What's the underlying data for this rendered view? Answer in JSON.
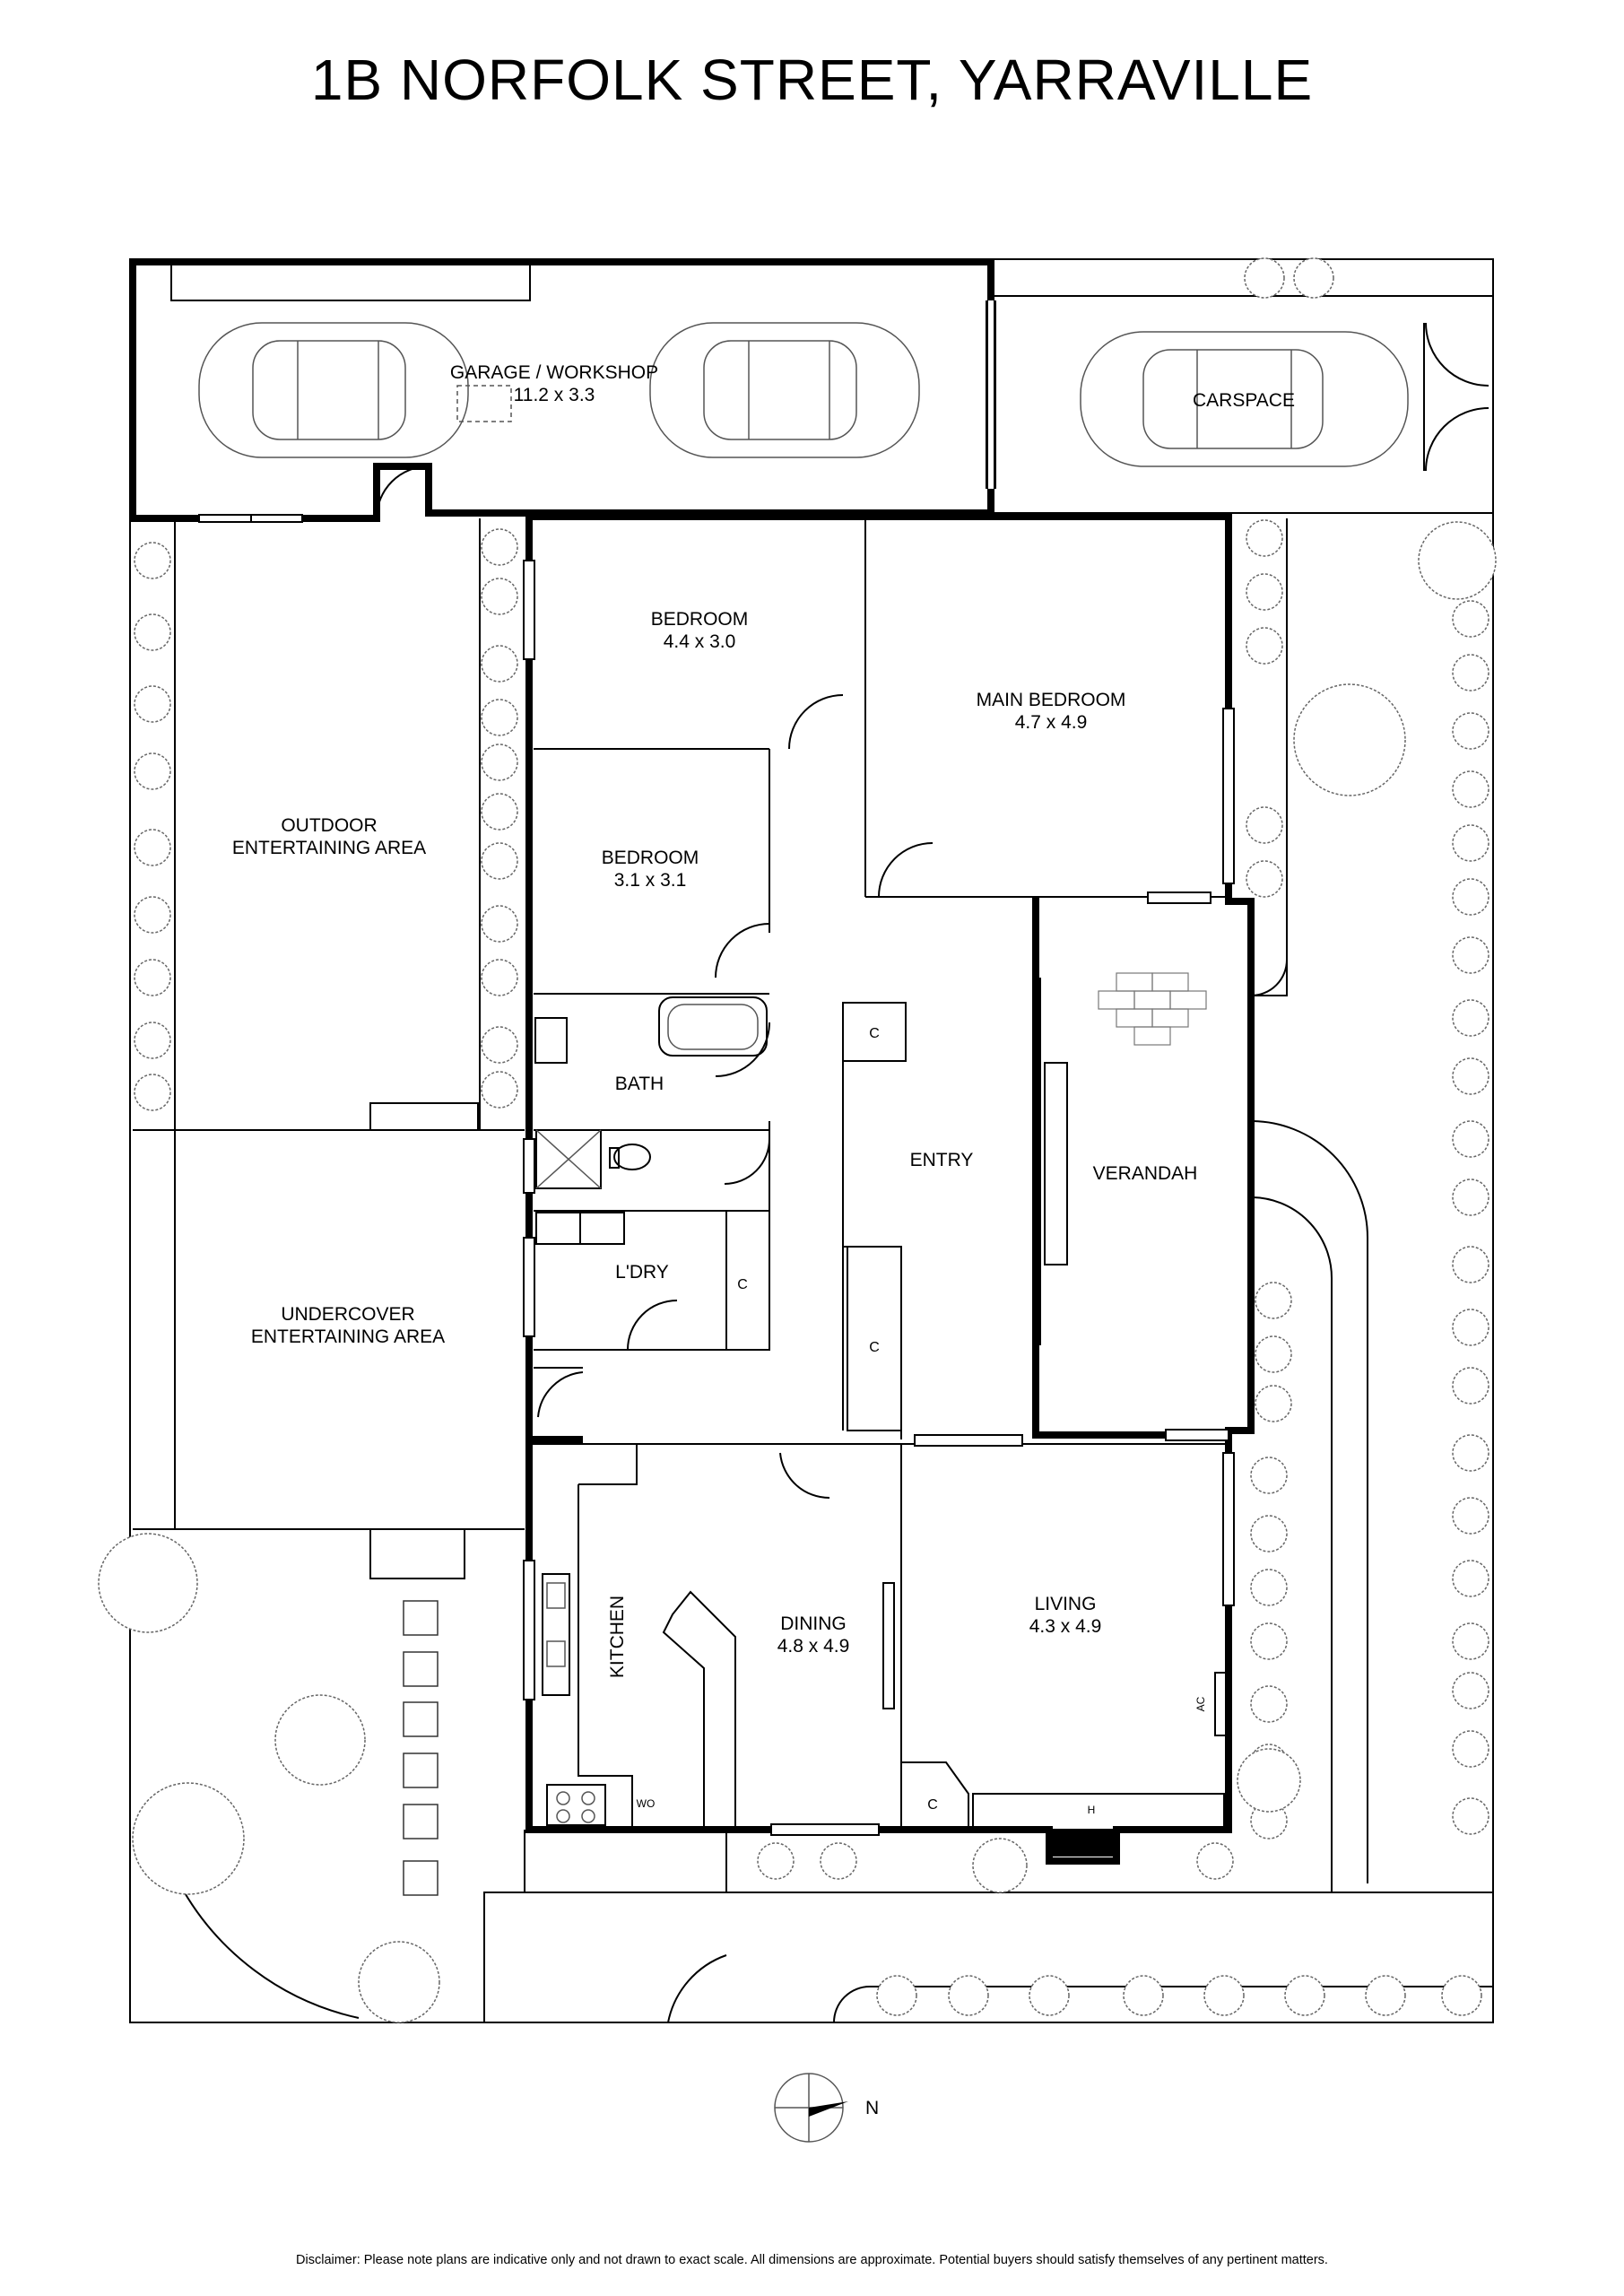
{
  "title": "1B NORFOLK STREET, YARRAVILLE",
  "rooms": {
    "garage": {
      "name": "GARAGE / WORKSHOP",
      "size": "11.2 x 3.3"
    },
    "carspace": {
      "name": "CARSPACE"
    },
    "bedroom1": {
      "name": "BEDROOM",
      "size": "4.4 x 3.0"
    },
    "main_bedroom": {
      "name": "MAIN BEDROOM",
      "size": "4.7 x 4.9"
    },
    "bedroom2": {
      "name": "BEDROOM",
      "size": "3.1 x 3.1"
    },
    "outdoor": {
      "line1": "OUTDOOR",
      "line2": "ENTERTAINING AREA"
    },
    "undercover": {
      "line1": "UNDERCOVER",
      "line2": "ENTERTAINING AREA"
    },
    "bath": {
      "name": "BATH"
    },
    "entry": {
      "name": "ENTRY"
    },
    "verandah": {
      "name": "VERANDAH"
    },
    "laundry": {
      "name": "L'DRY"
    },
    "kitchen": {
      "name": "KITCHEN"
    },
    "dining": {
      "name": "DINING",
      "size": "4.8 x 4.9"
    },
    "living": {
      "name": "LIVING",
      "size": "4.3 x 4.9"
    }
  },
  "fixtures": {
    "cupboard": "C",
    "wall_oven": "WO",
    "air_conditioner": "AC",
    "heater": "H"
  },
  "compass": {
    "north_label": "N"
  },
  "disclaimer": "Disclaimer: Please note plans are indicative only and not drawn to exact scale. All dimensions are approximate. Potential buyers should satisfy themselves of any pertinent matters."
}
